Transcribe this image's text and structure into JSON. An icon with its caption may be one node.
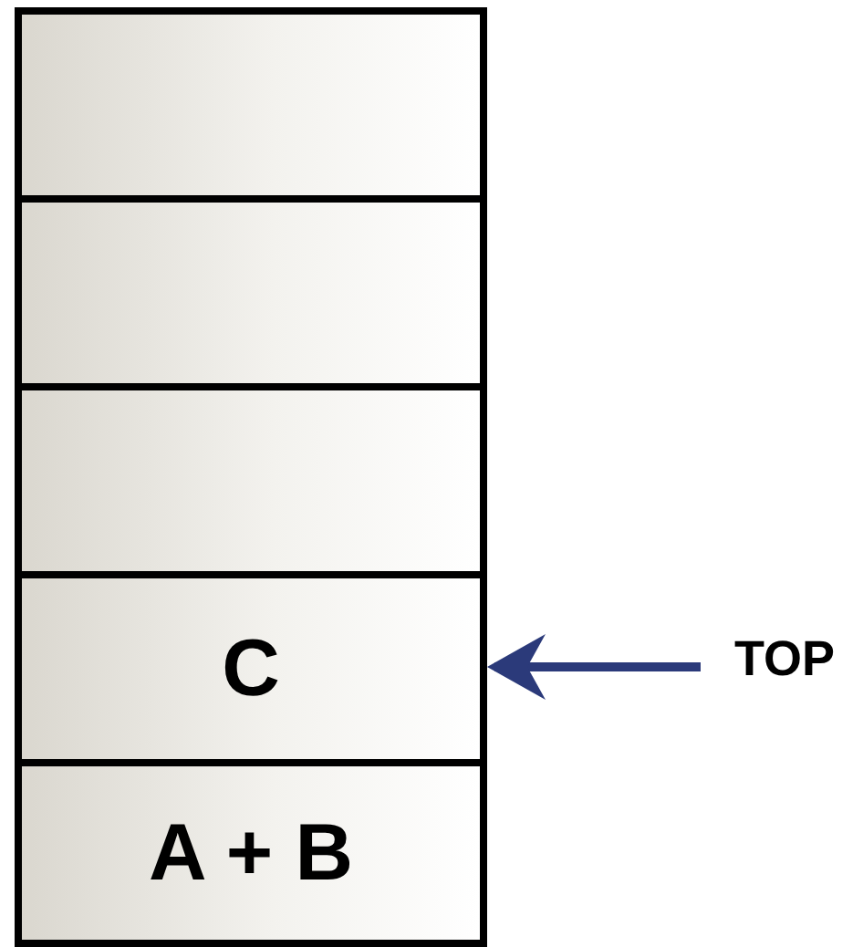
{
  "diagram": {
    "nodes": [
      {
        "text": [],
        "shape": "box"
      },
      {
        "text": [],
        "shape": "box"
      },
      {
        "text": [],
        "shape": "box"
      },
      {
        "text": [
          "C"
        ]
      },
      {
        "text": [
          "A + B"
        ]
      },
      {
        "text": [
          "TOP"
        ]
      }
    ],
    "edges": [
      {
        "from": 5,
        "to": 3,
        "arrow": "to"
      }
    ]
  }
}
